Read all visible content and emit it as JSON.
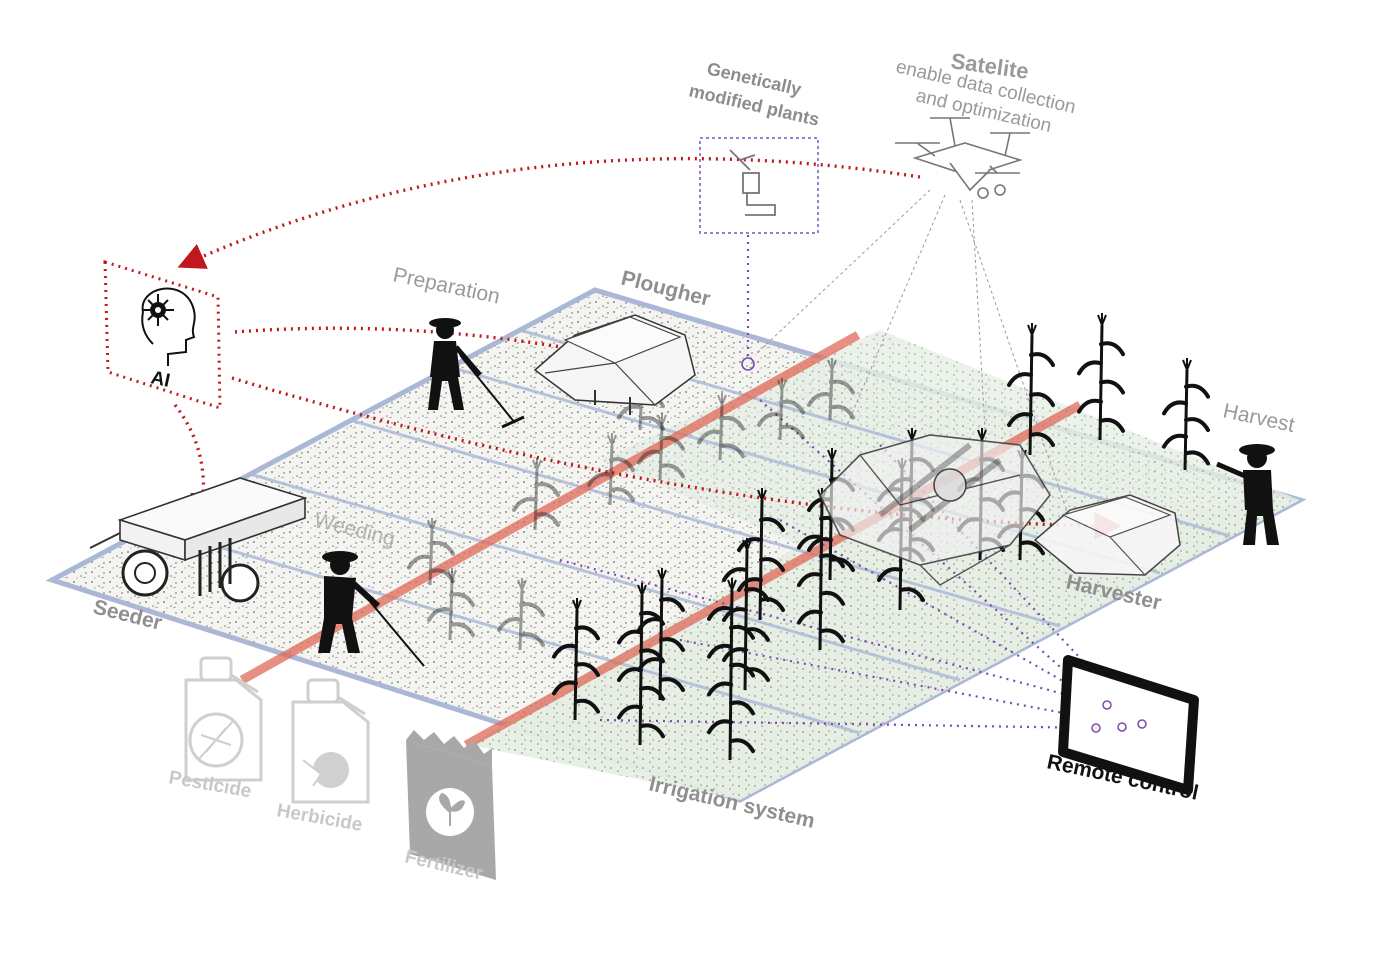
{
  "labels": {
    "satelite": "Satelite",
    "satelite_sub1": "enable data collection",
    "satelite_sub2": "and optimization",
    "gm_line1": "Genetically",
    "gm_line2": "modified plants",
    "preparation": "Preparation",
    "plougher": "Plougher",
    "harvest": "Harvest",
    "ai": "AI",
    "weeding": "Weeding",
    "seeder": "Seeder",
    "harvester": "Harvester",
    "irrigation": "Irrigation system",
    "remote": "Remote control",
    "pesticide": "Pesticide",
    "herbicide": "Herbicide",
    "fertilizer": "Fertilizer"
  },
  "colors": {
    "field_edge": "#aab8d6",
    "field_fill": "#f0f2ee",
    "crop_zone": "#e4efe3",
    "ai_link": "#c0181e",
    "irrigation": "#e06a5a",
    "remote_link": "#7d4bb0",
    "gm_box": "#9b7fd1",
    "grey_text": "#9a9a9a",
    "dark": "#111111"
  },
  "icons": [
    "drone-icon",
    "ai-head-icon",
    "farmer-icon",
    "plougher-icon",
    "seeder-icon",
    "harvester-icon",
    "corn-plant-icon",
    "tablet-icon",
    "jerrycan-icon",
    "fertilizer-bag-icon"
  ]
}
